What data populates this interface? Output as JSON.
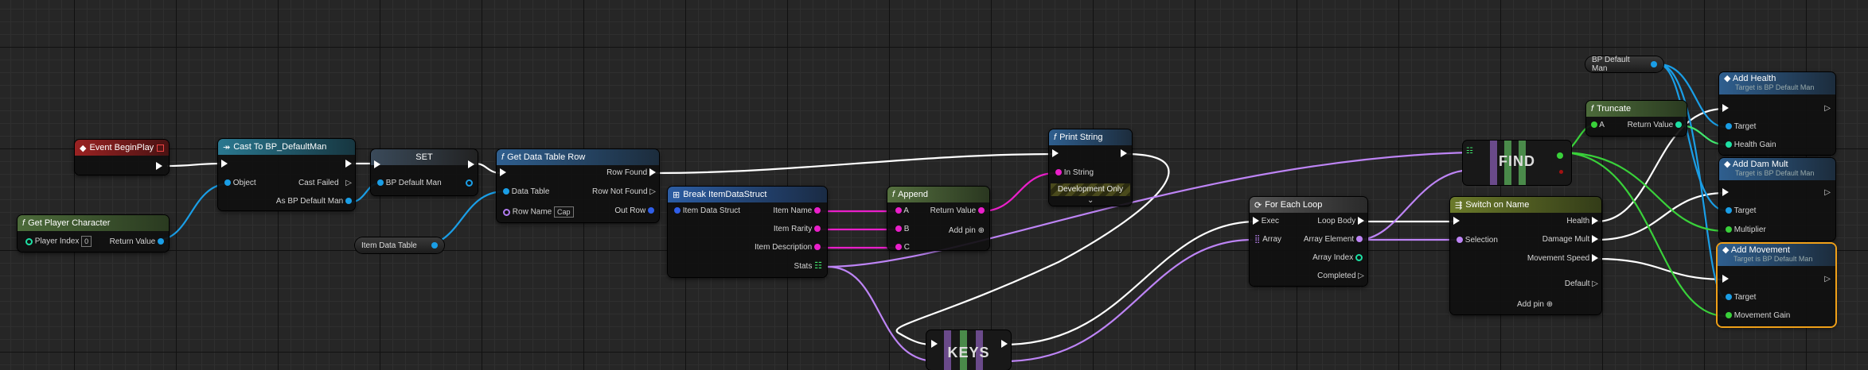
{
  "colors": {
    "exec": "#ffffff",
    "object": "#1a9ee6",
    "integer": "#1ee0a4",
    "bool": "#a31212",
    "string": "#ea1fca",
    "struct": "#2f5ee8",
    "datatable": "#1a9ee6",
    "rowname": "#b07cf0",
    "float": "#39d13a",
    "set": "#bd84f5",
    "map": "#41e86e",
    "event_header": "#8a1b1b",
    "pure_header": "#3c5a2e",
    "function_header": "#1d4f8a",
    "cast_header": "#1e5a6b",
    "selected": "#f0a018"
  },
  "event": {
    "title": "Event BeginPlay",
    "icon": "event-icon"
  },
  "get_player": {
    "title": "Get Player Character",
    "player_index_label": "Player Index",
    "player_index_value": "0",
    "return_label": "Return Value"
  },
  "cast": {
    "title": "Cast To BP_DefaultMan",
    "object_label": "Object",
    "cast_failed_label": "Cast Failed",
    "as_label": "As BP Default Man"
  },
  "set_node": {
    "title": "SET",
    "var_label": "BP Default Man"
  },
  "item_data_table": {
    "label": "Item Data Table"
  },
  "get_row": {
    "title": "Get Data Table Row",
    "row_found": "Row Found",
    "row_not_found": "Row Not Found",
    "data_table": "Data Table",
    "row_name": "Row Name",
    "row_name_value": "Cap",
    "out_row": "Out Row"
  },
  "break_struct": {
    "title": "Break ItemDataStruct",
    "input": "Item Data Struct",
    "item_name": "Item Name",
    "item_rarity": "Item Rarity",
    "item_description": "Item Description",
    "stats": "Stats"
  },
  "append": {
    "title": "Append",
    "a": "A",
    "b": "B",
    "c": "C",
    "return": "Return Value",
    "add_pin": "Add pin"
  },
  "print_string": {
    "title": "Print String",
    "in_string": "In String",
    "dev_only": "Development Only"
  },
  "keys": {
    "label": "KEYS"
  },
  "find": {
    "label": "FIND"
  },
  "for_each": {
    "title": "For Each Loop",
    "exec": "Exec",
    "array": "Array",
    "loop_body": "Loop Body",
    "array_element": "Array Element",
    "array_index": "Array Index",
    "completed": "Completed"
  },
  "switch_name": {
    "title": "Switch on Name",
    "selection": "Selection",
    "health": "Health",
    "damage": "Damage Mult",
    "movement": "Movement Speed",
    "default": "Default",
    "add_pin": "Add pin"
  },
  "bp_default_man": {
    "label": "BP Default Man"
  },
  "truncate": {
    "title": "Truncate",
    "a": "A",
    "return": "Return Value"
  },
  "add_health": {
    "title": "Add Health",
    "subtitle": "Target is BP Default Man",
    "target": "Target",
    "gain": "Health Gain"
  },
  "add_dam": {
    "title": "Add Dam Mult",
    "subtitle": "Target is BP Default Man",
    "target": "Target",
    "gain": "Multiplier"
  },
  "add_move": {
    "title": "Add Movement",
    "subtitle": "Target is BP Default Man",
    "target": "Target",
    "gain": "Movement Gain"
  }
}
